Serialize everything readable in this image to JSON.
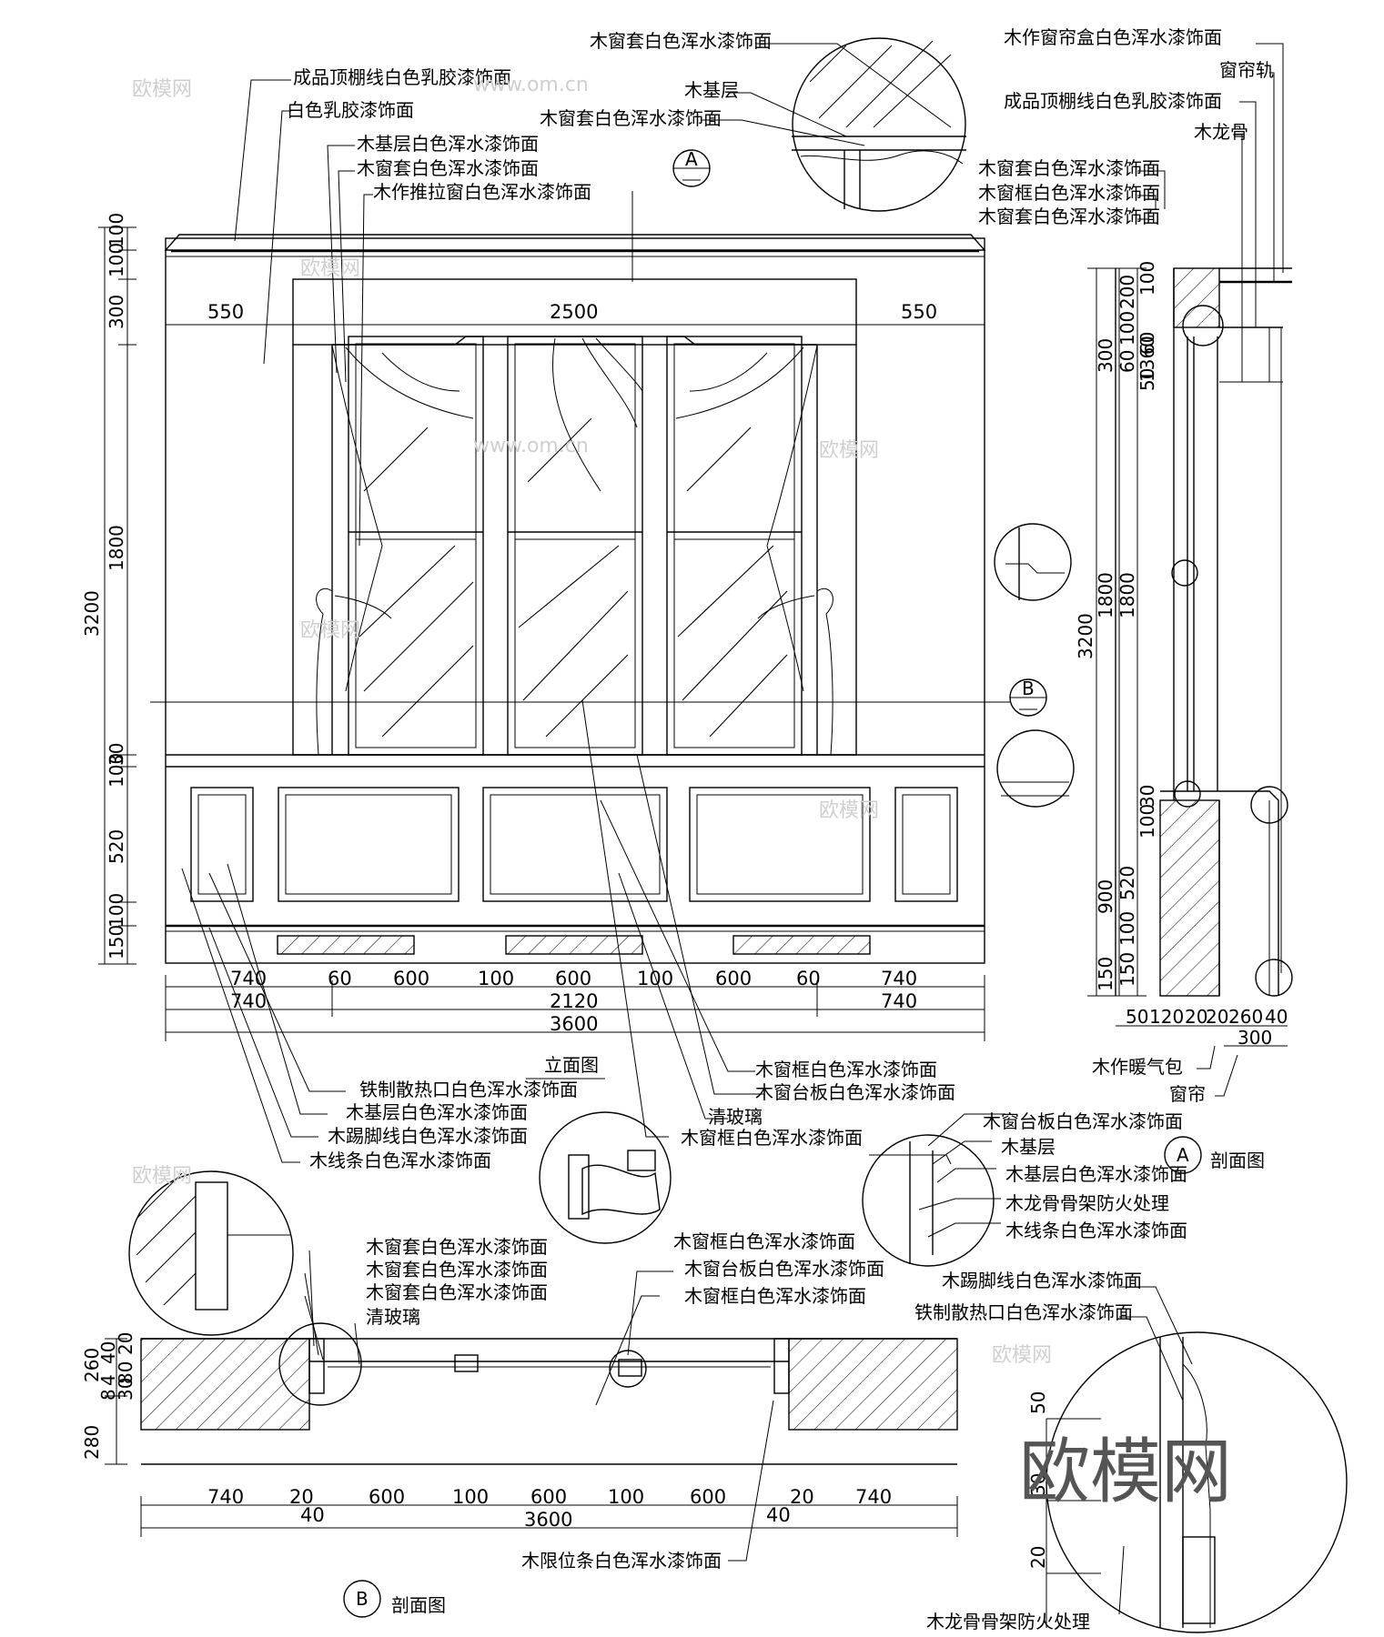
{
  "elevation": {
    "title": "立面图",
    "top_dims": [
      "550",
      "2500",
      "550"
    ],
    "bottom_dims_row1": [
      "740",
      "60",
      "600",
      "100",
      "600",
      "100",
      "600",
      "60",
      "740"
    ],
    "bottom_dims_row2": [
      "740",
      "2120",
      "740"
    ],
    "bottom_total": "3600",
    "left_dims": [
      "100",
      "100",
      "300",
      "1800",
      "30",
      "100",
      "520",
      "100",
      "150"
    ],
    "left_total": "3200"
  },
  "section_a": {
    "title": "剖面图",
    "marker": "A",
    "left_dims_inner": [
      "100",
      "200",
      "100",
      "60",
      "60",
      "50",
      "1800",
      "30",
      "100",
      "520",
      "100",
      "150"
    ],
    "left_dims_outer": [
      "300",
      "1360",
      "1800",
      "900",
      "150"
    ],
    "left_total": "3200",
    "bottom_dims": [
      "50",
      "120",
      "20",
      "20",
      "260",
      "40"
    ],
    "bottom_total": "300"
  },
  "section_b": {
    "title": "剖面图",
    "marker": "B",
    "left_dims": [
      "260",
      "40",
      "80",
      "20",
      "8",
      "4",
      "30",
      "280"
    ],
    "bottom_dims": [
      "740",
      "20",
      "600",
      "100",
      "600",
      "100",
      "600",
      "20",
      "740"
    ],
    "bottom_dims_small": [
      "40",
      "40"
    ],
    "bottom_total": "3600"
  },
  "detail_dims": [
    "50",
    "30",
    "20"
  ],
  "markers": {
    "a": "A",
    "b": "B"
  },
  "labels": {
    "top_left": [
      "成品顶棚线白色乳胶漆饰面",
      "白色乳胶漆饰面",
      "木基层白色浑水漆饰面",
      "木窗套白色浑水漆饰面",
      "木作推拉窗白色浑水漆饰面"
    ],
    "top_center": [
      "木窗套白色浑水漆饰面",
      "木基层",
      "木窗套白色浑水漆饰面"
    ],
    "top_right": [
      "木作窗帘盒白色浑水漆饰面",
      "窗帘轨",
      "成品顶棚线白色乳胶漆饰面",
      "木龙骨",
      "木窗套白色浑水漆饰面",
      "木窗框白色浑水漆饰面",
      "木窗套白色浑水漆饰面"
    ],
    "elevation_bottom_left": [
      "铁制散热口白色浑水漆饰面",
      "木基层白色浑水漆饰面",
      "木踢脚线白色浑水漆饰面",
      "木线条白色浑水漆饰面"
    ],
    "elevation_bottom_center": [
      "木窗框白色浑水漆饰面",
      "木窗台板白色浑水漆饰面",
      "清玻璃",
      "木窗框白色浑水漆饰面"
    ],
    "section_a_bottom": [
      "木作暖气包",
      "窗帘"
    ],
    "section_a_detail": [
      "木窗台板白色浑水漆饰面",
      "木基层",
      "木基层白色浑水漆饰面",
      "木龙骨骨架防火处理",
      "木线条白色浑水漆饰面",
      "木踢脚线白色浑水漆饰面",
      "铁制散热口白色浑水漆饰面"
    ],
    "section_b_left": [
      "木窗套白色浑水漆饰面",
      "木窗套白色浑水漆饰面",
      "木窗套白色浑水漆饰面",
      "清玻璃"
    ],
    "section_b_center": [
      "木窗框白色浑水漆饰面",
      "木窗台板白色浑水漆饰面",
      "木窗框白色浑水漆饰面"
    ],
    "section_b_bottom": "木限位条白色浑水漆饰面",
    "detail_bottom": "木龙骨骨架防火处理"
  },
  "watermark": {
    "logo": "欧模网",
    "small": [
      "欧模网",
      "www.om.cn"
    ]
  }
}
